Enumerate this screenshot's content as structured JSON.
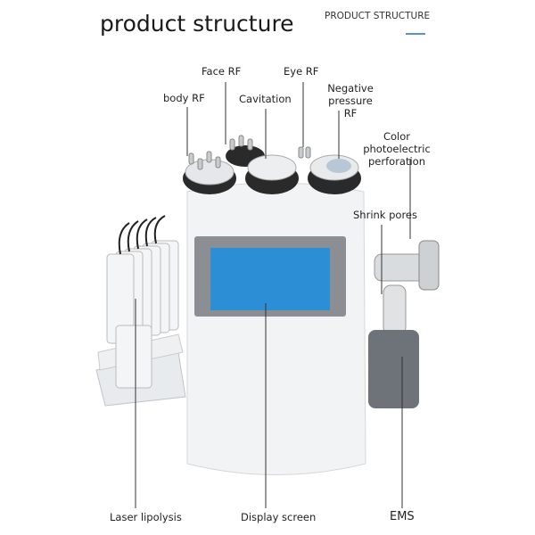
{
  "header": {
    "title": "product structure",
    "subtitle": "PRODUCT STRUCTURE",
    "accent": "#5b8fd8"
  },
  "labels": {
    "body_rf": "body RF",
    "face_rf": "Face RF",
    "cavitation": "Cavitation",
    "eye_rf": "Eye RF",
    "negative_pressure_rf": [
      "Negative",
      "pressure RF"
    ],
    "color_photoelectric": [
      "Color photoelectric",
      "perforation"
    ],
    "shrink_pores": "Shrink pores",
    "laser_lipolysis": "Laser lipolysis",
    "display_screen": "Display screen",
    "ems": "EMS"
  },
  "colors": {
    "screen": "#2c8fd6",
    "ems_pad": "#6d7378",
    "body": "#f2f3f5"
  }
}
